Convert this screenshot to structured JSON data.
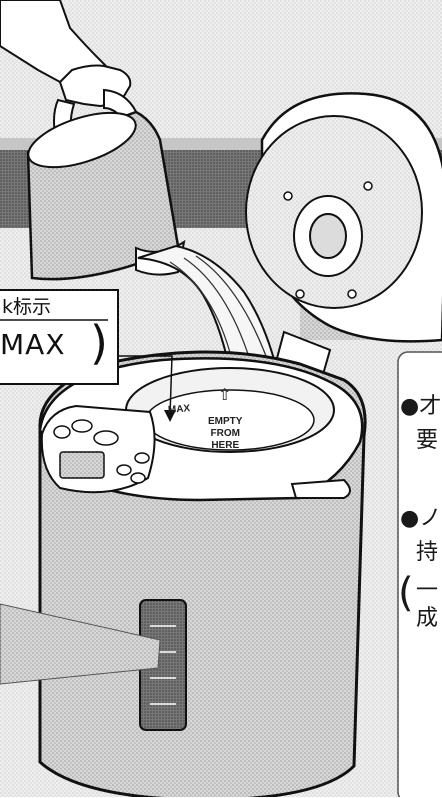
{
  "callout": {
    "label_top": "k标示",
    "label_main": "MAX",
    "paren": ")"
  },
  "interior_markings": {
    "max_mark": "MAX",
    "arrow_glyph": "⇧",
    "empty_line1": "EMPTY",
    "empty_line2": "FROM",
    "empty_line3": "HERE"
  },
  "side_text": {
    "line1": "●才",
    "line2": "要",
    "line3": "●ノ",
    "line4": "持",
    "line5_paren": "(",
    "line5": "一",
    "line6": "成"
  },
  "colors": {
    "ink": "#111111",
    "gray_band": "#9a9a9a",
    "body_fill": "#e6e6e6",
    "screen_fill": "#cfcfcf",
    "water_tone": "#f4f4f4"
  }
}
